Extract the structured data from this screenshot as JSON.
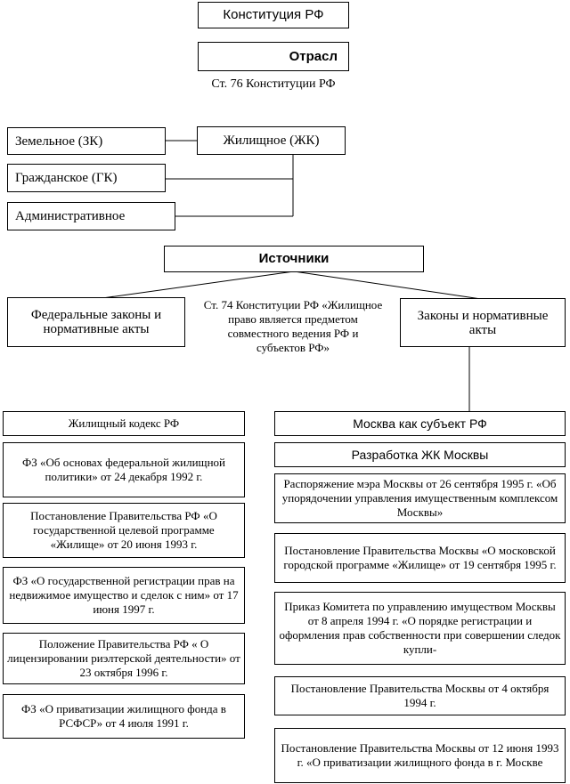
{
  "constitution": "Конституция РФ",
  "branch": "Отрасл",
  "article76": "Ст. 76 Конституции РФ",
  "branches": {
    "land": "Земельное (ЗК)",
    "housing": "Жилищное (ЖК)",
    "civil": "Гражданское (ГК)",
    "administrative": "Административное"
  },
  "sources": "Источники",
  "federal_laws": "Федеральные законы и нормативные акты",
  "regional_laws": "Законы и нормативные акты",
  "article74": "Ст. 74 Конституции РФ «Жилищное право является предметом совместного ведения РФ и субъектов РФ»",
  "federal_items": [
    "Жилищный кодекс РФ",
    "ФЗ «Об основах федеральной жилищной политики» от 24 декабря 1992 г.",
    "Постановление Правительства РФ «О государственной целевой программе «Жилище» от 20 июня 1993 г.",
    "ФЗ «О государственной регистрации прав на недвижимое имущество и сделок с ним» от 17 июня 1997 г.",
    "Положение Правительства РФ « О лицензировании риэлтерской деятельности» от 23 октября 1996 г.",
    "ФЗ «О приватизации жилищного фонда в РСФСР» от 4 июля 1991 г."
  ],
  "moscow_items": [
    "Москва как субъект РФ",
    "Разработка ЖК Москвы",
    "Распоряжение мэра Москвы от 26 сентября 1995 г. «Об упорядочении управления имущественным комплексом Москвы»",
    "Постановление Правительства Москвы «О московской городской программе «Жилище» от 19 сентября 1995 г.",
    "Приказ Комитета по управлению имуществом Москвы от 8 апреля 1994 г. «О порядке регистрации и оформления прав собственности при совершении следок купли-",
    "Постановление Правительства Москвы от 4 октября 1994 г.",
    "Постановление Правительства Москвы от 12 июня 1993 г. «О приватизации жилищного фонда в г. Москве"
  ]
}
